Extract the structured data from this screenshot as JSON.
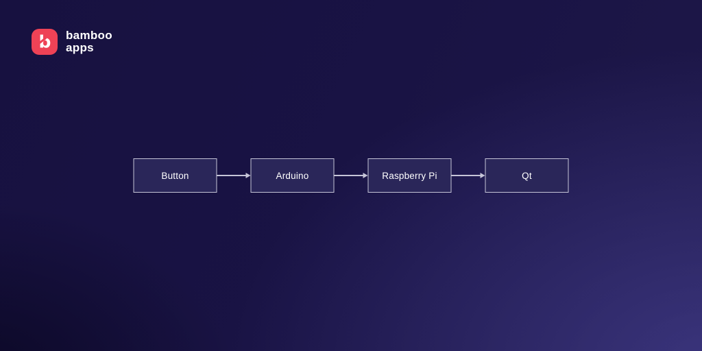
{
  "brand": {
    "line1": "bamboo",
    "line2": "apps",
    "icon_glyph": "b",
    "icon_color": "#ee4256"
  },
  "theme": {
    "background_dark": "#0d0a33",
    "background_light": "#2e2b68",
    "node_fill": "#2a2659",
    "node_border": "#c6c5d8",
    "arrow_color": "#c6c5d8",
    "text_color": "#ffffff",
    "accent_red": "#ee4256"
  },
  "diagram": {
    "type": "flow",
    "direction": "left-to-right",
    "nodes": [
      {
        "label": "Button"
      },
      {
        "label": "Arduino"
      },
      {
        "label": "Raspberry Pi"
      },
      {
        "label": "Qt"
      }
    ],
    "connections": [
      {
        "from": "Button",
        "to": "Arduino"
      },
      {
        "from": "Arduino",
        "to": "Raspberry Pi"
      },
      {
        "from": "Raspberry Pi",
        "to": "Qt"
      }
    ]
  }
}
